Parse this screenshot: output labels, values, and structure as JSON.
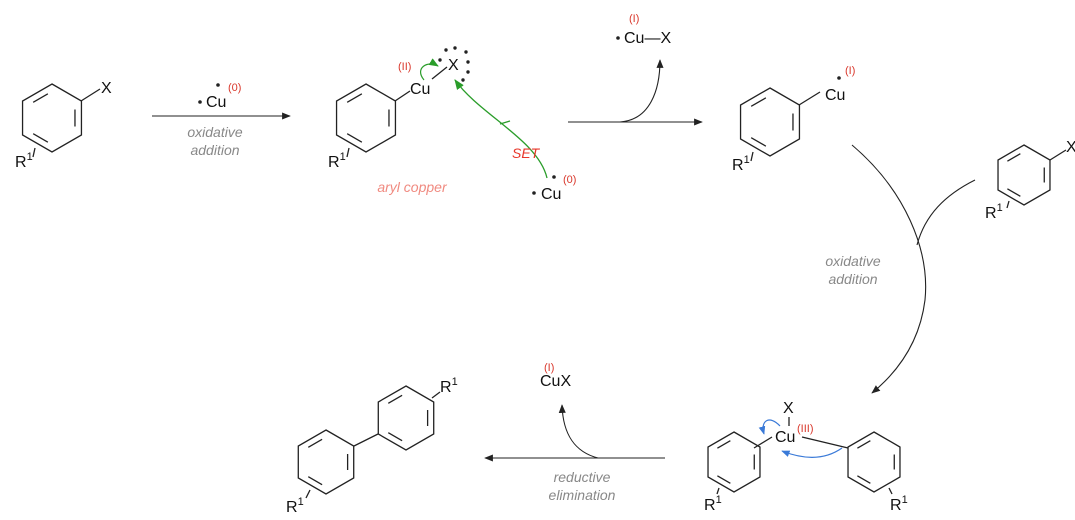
{
  "colors": {
    "ink": "#222222",
    "oxidation_state": "#d9382c",
    "label_gray": "#888888",
    "aryl_copper_pink": "#f08a80",
    "set_red": "#e8362a",
    "set_green": "#2a9d2a",
    "electron_blue": "#3a7ad8"
  },
  "atoms": {
    "halide": "X",
    "copper": "Cu",
    "substituent": "R",
    "substituent_index": "1"
  },
  "oxidation_states": {
    "cu0": "(0)",
    "cu1": "(I)",
    "cu2": "(II)",
    "cu3": "(III)"
  },
  "byproducts": {
    "cu_x_bond": "Cu—X",
    "cux": "CuX"
  },
  "labels": {
    "oxidative_addition_1_line1": "oxidative",
    "oxidative_addition_1_line2": "addition",
    "aryl_copper": "aryl copper",
    "set": "SET",
    "oxidative_addition_2_line1": "oxidative",
    "oxidative_addition_2_line2": "addition",
    "reductive_elimination_line1": "reductive",
    "reductive_elimination_line2": "elimination"
  },
  "icons": {
    "radical_dot": "radical-dot-icon",
    "electron_pair": "lone-pair-dots-icon",
    "reaction_arrow": "reaction-arrow-icon",
    "curved_arrow": "curved-arrow-icon"
  }
}
